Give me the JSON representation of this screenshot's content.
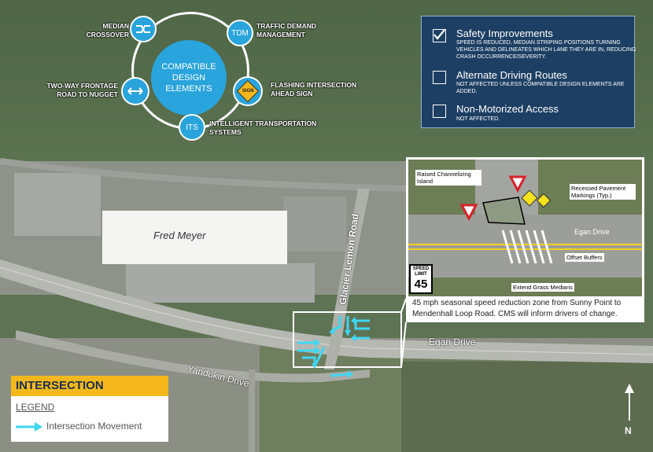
{
  "design_elements": {
    "hub_label": "COMPATIBLE DESIGN ELEMENTS",
    "median_crossover": "MEDIAN CROSSOVER",
    "tdm_badge": "TDM",
    "traffic_demand": "TRAFFIC DEMAND MANAGEMENT",
    "sign_badge": "SIGN",
    "flashing": "FLASHING INTERSECTION AHEAD SIGN",
    "its_badge": "ITS",
    "its_label": "INTELLIGENT TRANSPORTATION SYSTEMS",
    "frontage": "TWO-WAY FRONTAGE ROAD TO NUGGET"
  },
  "criteria": [
    {
      "label": "Safety Improvements",
      "checked": true,
      "desc": "SPEED IS REDUCED, MEDIAN STRIPING POSITIONS TURNING VEHICLES AND DELINEATES WHICH LANE THEY ARE IN, REDUCING CRASH OCCURRENCE/SEVERITY."
    },
    {
      "label": "Alternate Driving Routes",
      "checked": false,
      "desc": "NOT AFFECTED UNLESS COMPATIBLE DESIGN ELEMENTS ARE ADDED."
    },
    {
      "label": "Non-Motorized Access",
      "checked": false,
      "desc": "NOT AFFECTED."
    }
  ],
  "map_labels": {
    "store": "Fred Meyer",
    "glacier_lemon": "Glacier Lemon Road",
    "egan": "Egan Drive",
    "yandukin": "Yandukin Drive",
    "north": "N"
  },
  "inset": {
    "raised_island": "Raised Channelizing Island",
    "recessed_markings": "Recessed Pavement Markings (Typ.)",
    "egan": "Egan Drive",
    "offset_buffers": "Offset Buffers",
    "grass_medians": "Extend Grass Medians",
    "speed_sign_top": "SPEED LIMIT",
    "speed_sign_value": "45",
    "caption": "45 mph seasonal speed reduction zone from Sunny Point to Mendenhall Loop Road. CMS will inform drivers of change."
  },
  "legend": {
    "header": "INTERSECTION",
    "title": "LEGEND",
    "item": "Intersection Movement"
  },
  "colors": {
    "accent_blue": "#29a4dc",
    "panel_navy": "#1d3f63",
    "legend_yellow": "#f4b81c",
    "movement_arrow": "#3fd6f2"
  }
}
